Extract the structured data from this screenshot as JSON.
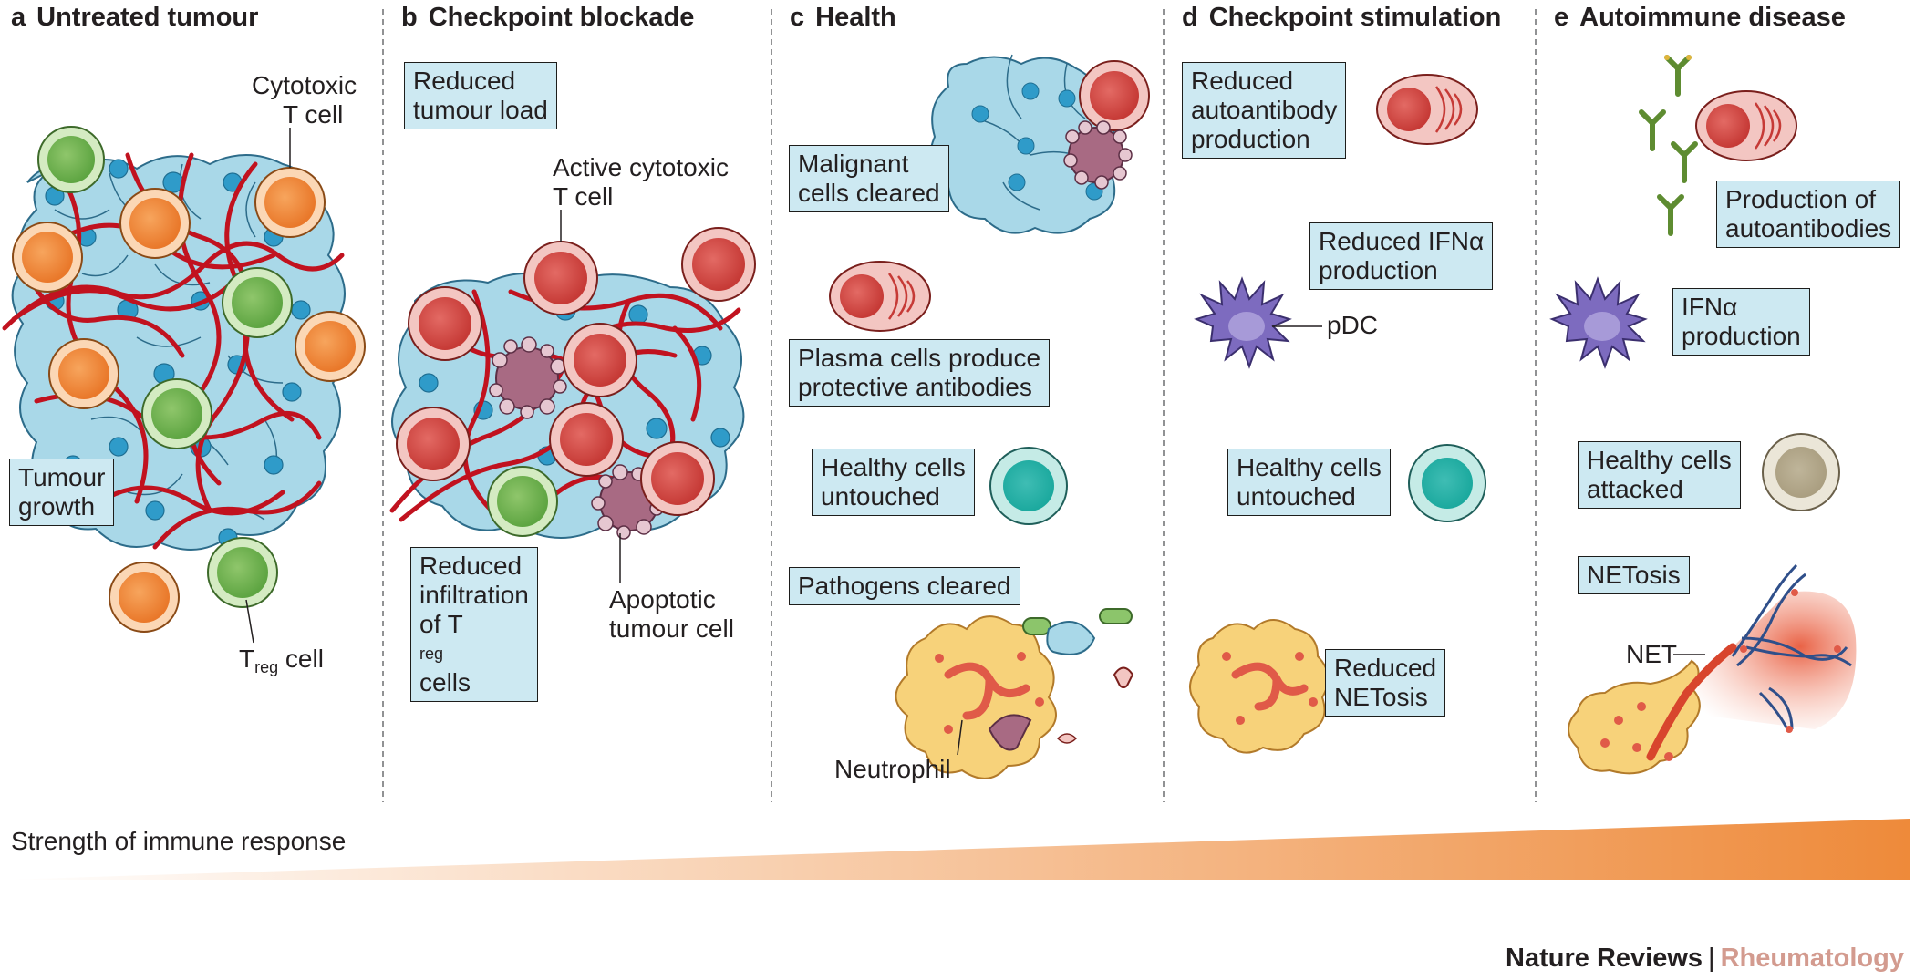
{
  "panels": [
    {
      "letter": "a",
      "title": "Untreated tumour"
    },
    {
      "letter": "b",
      "title": "Checkpoint blockade"
    },
    {
      "letter": "c",
      "title": "Health"
    },
    {
      "letter": "d",
      "title": "Checkpoint stimulation"
    },
    {
      "letter": "e",
      "title": "Autoimmune disease"
    }
  ],
  "panel_a": {
    "cytotoxic_label": [
      "Cytotoxic",
      "T cell"
    ],
    "growth_box": [
      "Tumour",
      "growth"
    ],
    "treg_label": {
      "main": "T",
      "sub": "reg",
      "tail": " cell"
    }
  },
  "panel_b": {
    "load_box": [
      "Reduced",
      "tumour load"
    ],
    "active_label": [
      "Active cytotoxic",
      "T cell"
    ],
    "infiltration_box": {
      "line1": "Reduced",
      "line2": "infiltration",
      "line3_pre": "of T",
      "line3_sub": "reg",
      "line3_post": " cells"
    },
    "apoptotic_label": [
      "Apoptotic",
      "tumour cell"
    ]
  },
  "panel_c": {
    "malignant_box": [
      "Malignant",
      "cells cleared"
    ],
    "plasma_box": [
      "Plasma cells produce",
      "protective antibodies"
    ],
    "healthy_box": [
      "Healthy cells",
      "untouched"
    ],
    "pathogens_box": "Pathogens cleared",
    "neutrophil_label": "Neutrophil"
  },
  "panel_d": {
    "autoantibody_box": [
      "Reduced",
      "autoantibody",
      "production"
    ],
    "ifn_box": [
      "Reduced IFNα",
      "production"
    ],
    "pdc_label": "pDC",
    "healthy_box": [
      "Healthy cells",
      "untouched"
    ],
    "netosis_box": [
      "Reduced",
      "NETosis"
    ]
  },
  "panel_e": {
    "autoantibodies_box": [
      "Production of",
      "autoantibodies"
    ],
    "ifn_box": [
      "IFNα",
      "production"
    ],
    "attacked_box": [
      "Healthy cells",
      "attacked"
    ],
    "netosis_box": "NETosis",
    "net_label": "NET"
  },
  "footer": {
    "strength_label": "Strength of immune response",
    "journal": "Nature Reviews",
    "separator": "|",
    "subject": "Rheumatology"
  },
  "colors": {
    "box_fill": "#cde9f2",
    "tumour_cell": "#a9d8e8",
    "vessel": "#c1121f",
    "cytotoxic_t_cell": "#f28f3b",
    "treg_cell": "#8cc56b",
    "active_t_cell": "#d9534f",
    "apoptotic_cell": "#a86a83",
    "healthy_cell": "#3dbcb3",
    "pdc": "#7d6bbf",
    "neutrophil": "#f7d27a",
    "antibody": "#5e8c31",
    "gradient_end": "#ee8a3a"
  }
}
